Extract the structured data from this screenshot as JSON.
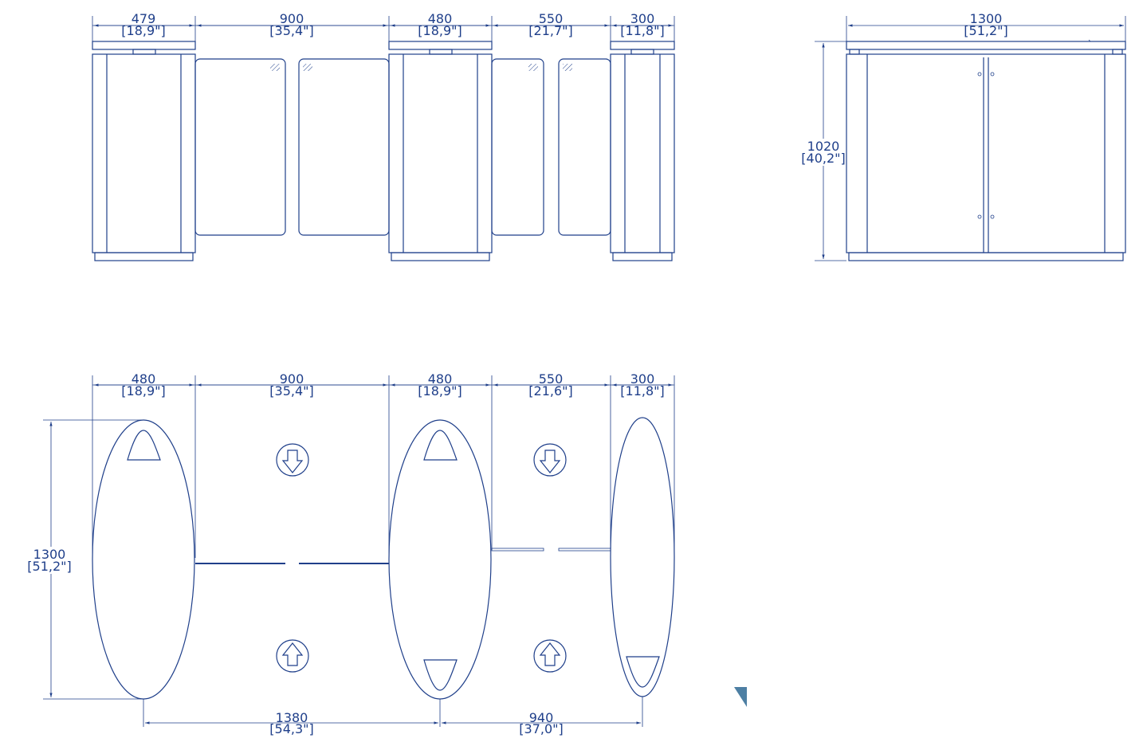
{
  "colors": {
    "line": "#1f3f8a",
    "background": "#ffffff",
    "marker": "#4d7fa3"
  },
  "front_view": {
    "dims": [
      {
        "mm": "479",
        "in": "[18,9\"]"
      },
      {
        "mm": "900",
        "in": "[35,4\"]"
      },
      {
        "mm": "480",
        "in": "[18,9\"]"
      },
      {
        "mm": "550",
        "in": "[21,7\"]"
      },
      {
        "mm": "300",
        "in": "[11,8\"]"
      }
    ]
  },
  "side_view": {
    "width": {
      "mm": "1300",
      "in": "[51,2\"]"
    },
    "height": {
      "mm": "1020",
      "in": "[40,2\"]"
    }
  },
  "top_view": {
    "dims": [
      {
        "mm": "480",
        "in": "[18,9\"]"
      },
      {
        "mm": "900",
        "in": "[35,4\"]"
      },
      {
        "mm": "480",
        "in": "[18,9\"]"
      },
      {
        "mm": "550",
        "in": "[21,6\"]"
      },
      {
        "mm": "300",
        "in": "[11,8\"]"
      }
    ],
    "depth": {
      "mm": "1300",
      "in": "[51,2\"]"
    },
    "pitch": [
      {
        "mm": "1380",
        "in": "[54,3\"]"
      },
      {
        "mm": "940",
        "in": "[37,0\"]"
      }
    ],
    "icons": [
      "arrow-down-icon",
      "arrow-down-icon",
      "arrow-up-icon",
      "arrow-up-icon"
    ]
  }
}
